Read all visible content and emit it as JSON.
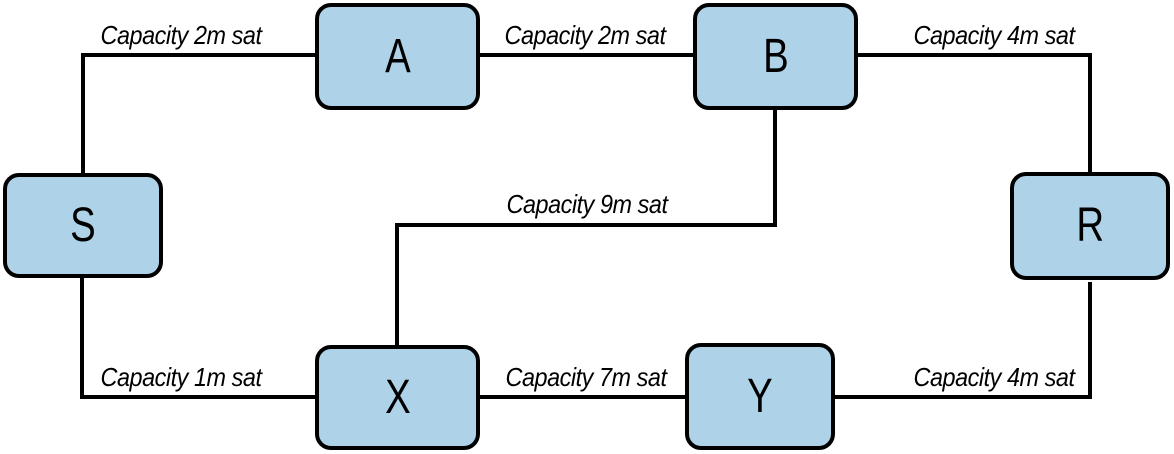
{
  "diagram": {
    "type": "network-graph",
    "description": "Payment channel network with node capacities",
    "node_fill": "#aed3e9",
    "node_border": "#000000",
    "edge_color": "#000000",
    "label_color": "#000000",
    "nodes": {
      "S": {
        "label": "S"
      },
      "A": {
        "label": "A"
      },
      "B": {
        "label": "B"
      },
      "R": {
        "label": "R"
      },
      "X": {
        "label": "X"
      },
      "Y": {
        "label": "Y"
      }
    },
    "edges": [
      {
        "from": "S",
        "to": "A",
        "label": "Capacity 2m sat"
      },
      {
        "from": "A",
        "to": "B",
        "label": "Capacity 2m sat"
      },
      {
        "from": "B",
        "to": "R",
        "label": "Capacity 4m sat"
      },
      {
        "from": "B",
        "to": "X",
        "label": "Capacity 9m sat"
      },
      {
        "from": "S",
        "to": "X",
        "label": "Capacity 1m sat"
      },
      {
        "from": "X",
        "to": "Y",
        "label": "Capacity 7m sat"
      },
      {
        "from": "Y",
        "to": "R",
        "label": "Capacity 4m sat"
      }
    ]
  }
}
